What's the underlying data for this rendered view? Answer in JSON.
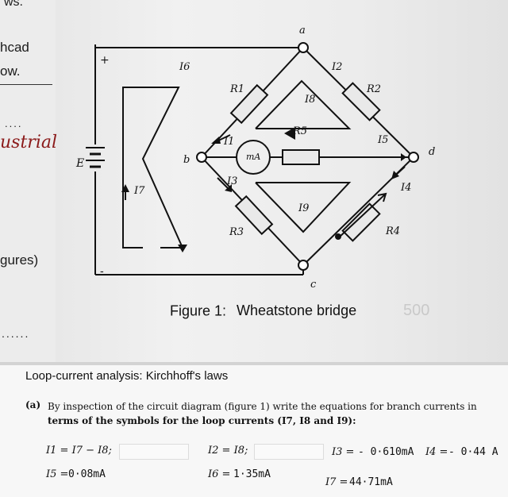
{
  "fragments": {
    "top_left_1": "ws.",
    "top_left_2": "hcad",
    "top_left_3": "ow.",
    "handwritten_label": "ustrial",
    "figures": "gures)",
    "dots_1": "....",
    "dots_2": "......",
    "bg_number": "500"
  },
  "diagram": {
    "node_a": "a",
    "node_b": "b",
    "node_c": "c",
    "node_d": "d",
    "plus": "+",
    "minus": "-",
    "battery_label": "E",
    "R1": "R1",
    "R2": "R2",
    "R3": "R3",
    "R4": "R4",
    "R5": "R5",
    "meter": "mA",
    "I1": "I1",
    "I2": "I2",
    "I3": "I3",
    "I4": "I4",
    "I5": "I5",
    "I6": "I6",
    "I7": "I7",
    "I8": "I8",
    "I9": "I9"
  },
  "figure": {
    "caption": "Figure 1:",
    "title": "Wheatstone bridge"
  },
  "section": {
    "heading": "Loop-current analysis: Kirchhoff's laws",
    "q_label": "(a)",
    "q_line1": "By inspection of the circuit diagram (figure 1) write the equations for branch currents in",
    "q_line2": "terms of the symbols for the loop currents (I7, I8 and I9):"
  },
  "equations": {
    "e1": "I1 = I7 − I8;",
    "e2": "I2 = I8;",
    "e3": "I3 =",
    "a3": "- 0·610mA",
    "e4": "I4 =",
    "a4": "- 0·44 A",
    "e5": "I5 =",
    "a5": "0·08mA",
    "e6": "I6 =",
    "a6": "1·35mA",
    "e7": "I7 =",
    "a7": "44·71mA"
  }
}
